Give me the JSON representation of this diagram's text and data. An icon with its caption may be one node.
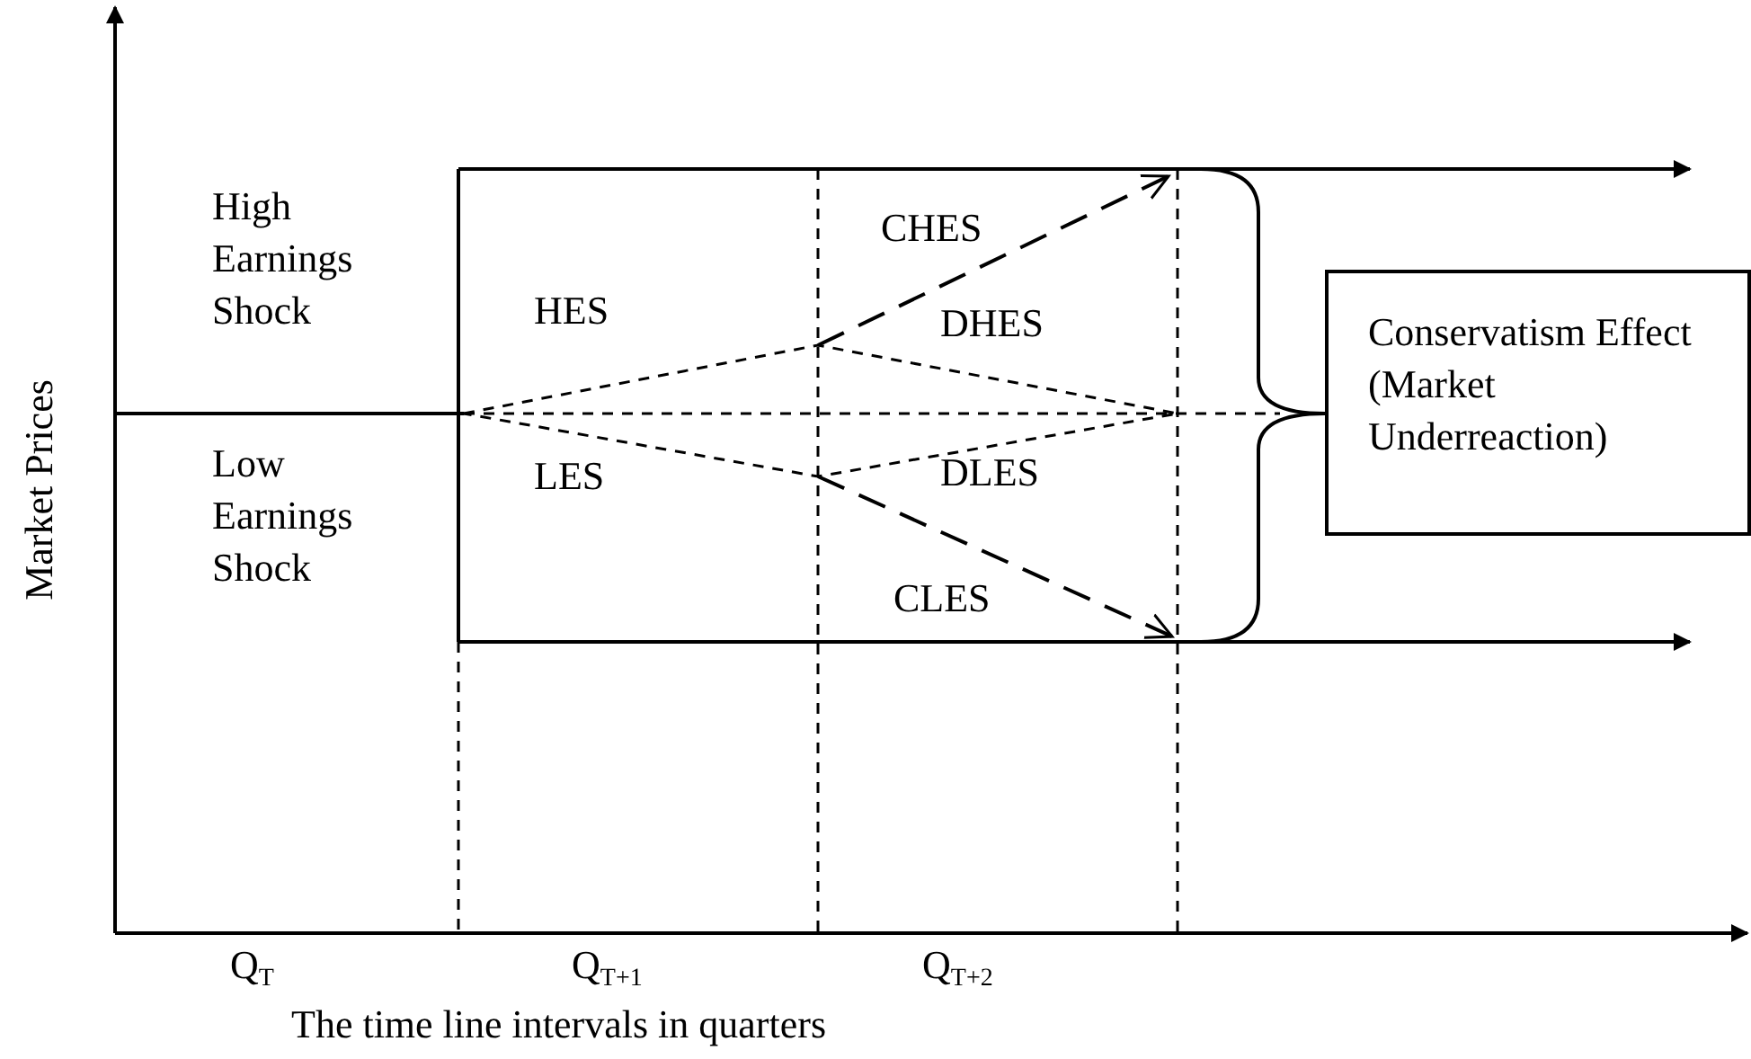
{
  "diagram": {
    "nodes": [
      {
        "text": [
          "Conservatism Effect (Market Underreaction)"
        ]
      }
    ],
    "labels": [
      "High Earnings Shock",
      "CHES",
      "HES",
      "DHES",
      "Low Earnings Shock",
      "LES",
      "DLES",
      "CLES",
      "Market Prices",
      "Q$_{T}$",
      "Q$_{T+1}$",
      "Q$_{T+2}$",
      "The time line intervals in quarters"
    ]
  }
}
